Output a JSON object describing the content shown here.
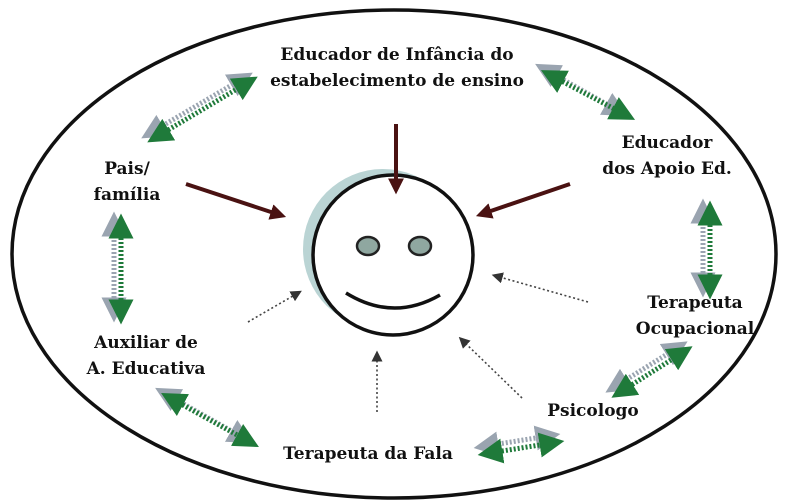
{
  "labels": {
    "educador_infancia": [
      "Educador de Infância do",
      "estabelecimento de ensino"
    ],
    "educador_apoio": [
      "Educador",
      "dos Apoio Ed."
    ],
    "pais_familia": [
      "Pais/",
      "família"
    ],
    "terapeuta_ocupacional": [
      "Terapeuta",
      "Ocupacional"
    ],
    "auxiliar": [
      "Auxiliar de",
      "A. Educativa"
    ],
    "psicologo": "Psicologo",
    "terapeuta_fala": "Terapeuta da Fala"
  },
  "colors": {
    "strong_arrow": "#4a1212",
    "weak_arrow": "#555555",
    "green_arrow": "#1f7a3a",
    "green_shadow": "#9aa4b0",
    "outline": "#111111",
    "eye": "#8fa7a0",
    "face_shadow": "#9cc0c0"
  },
  "icons": {
    "center": "smiley-face-icon",
    "strong": "dark-red-arrow-icon",
    "weak": "dotted-arrow-icon",
    "mutual": "green-double-arrow-icon"
  }
}
